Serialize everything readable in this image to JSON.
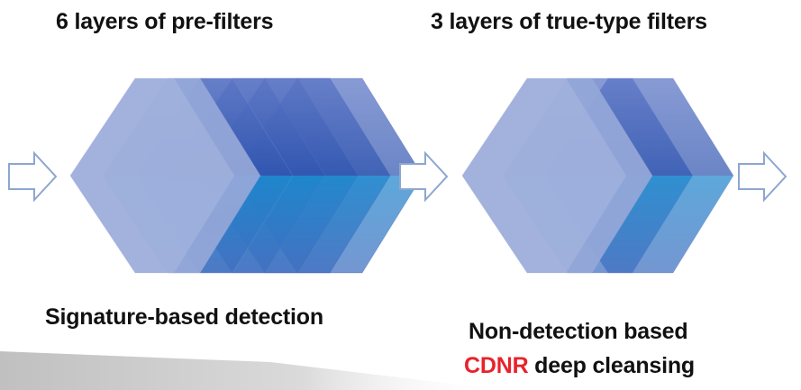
{
  "headings": {
    "prefilters": "6 layers of pre-filters",
    "truetype": "3 layers of true-type filters"
  },
  "captions": {
    "signature": "Signature-based detection",
    "nondetection": "Non-detection based",
    "cdnr_highlight": "CDNR",
    "cdnr_rest": " deep cleansing"
  },
  "stages": [
    {
      "name": "pre-filters",
      "layer_count": 6
    },
    {
      "name": "true-type-filters",
      "layer_count": 3
    }
  ],
  "colors": {
    "highlight": "#e8222b",
    "text": "#111111",
    "layer_light": "#8fa3d6",
    "layer_dark": "#2b4aa5",
    "layer_cyan": "#1a9ad6",
    "arrow_stroke": "#8da6cf"
  }
}
